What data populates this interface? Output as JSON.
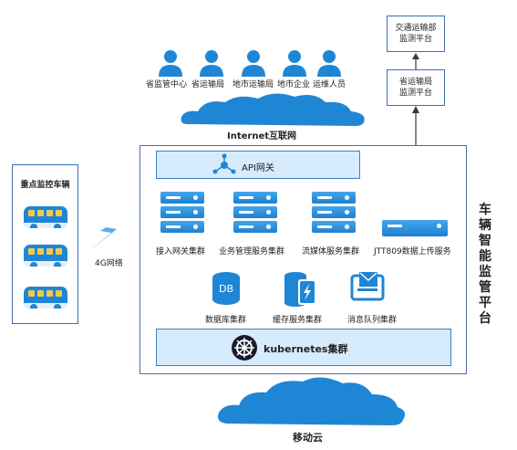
{
  "users": [
    {
      "label": "省监管中心"
    },
    {
      "label": "省运输局"
    },
    {
      "label": "地市运输局"
    },
    {
      "label": "地市企业"
    },
    {
      "label": "运维人员"
    }
  ],
  "internet": {
    "label": "Internet互联网"
  },
  "top_right": {
    "ministry": "交通运输部\n监测平台",
    "provincial": "省运输局\n监测平台"
  },
  "vehicles": {
    "title": "重点监控车辆"
  },
  "network": {
    "label": "4G网络"
  },
  "platform": {
    "title": "车辆智能监管平台",
    "api_gateway": "API网关",
    "clusters": [
      {
        "label": "接入网关集群"
      },
      {
        "label": "业务管理服务集群"
      },
      {
        "label": "流媒体服务集群"
      },
      {
        "label": "JTT809数据上传服务"
      }
    ],
    "db_icon_text": "DB",
    "storage": [
      {
        "label": "数据库集群"
      },
      {
        "label": "缓存服务集群"
      },
      {
        "label": "消息队列集群"
      }
    ],
    "kubernetes": "kubernetes集群"
  },
  "cloud": {
    "label": "移动云"
  },
  "colors": {
    "accent": "#1f86d6",
    "light_panel": "#d6ebfb",
    "border": "#3a6fb0"
  }
}
